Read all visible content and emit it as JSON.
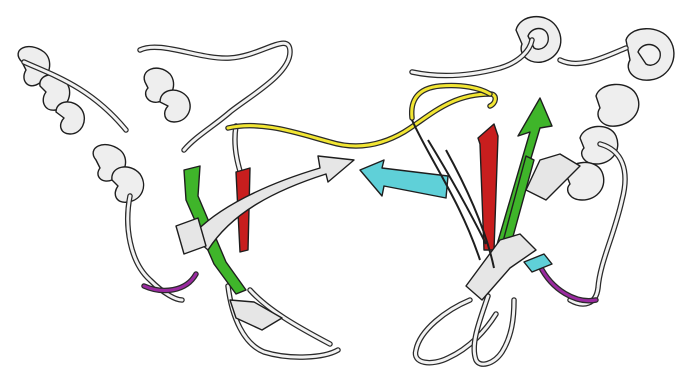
{
  "colors": {
    "background": "#ffffff",
    "outline": "#1e1e1e",
    "coil": "#f2f2f2",
    "helix": "#eeeeee",
    "sheet_white": "#e6e6e6",
    "sheet_green": "#3fb52a",
    "sheet_red": "#c81e1e",
    "sheet_cyan": "#5fd0d8",
    "linker_yellow": "#f2e633",
    "loop_purple": "#9a2aa0"
  },
  "structure": {
    "subunits": [
      "left-monomer",
      "right-monomer"
    ],
    "secondary_elements": [
      "helix",
      "beta-strand",
      "coil",
      "linker"
    ]
  }
}
